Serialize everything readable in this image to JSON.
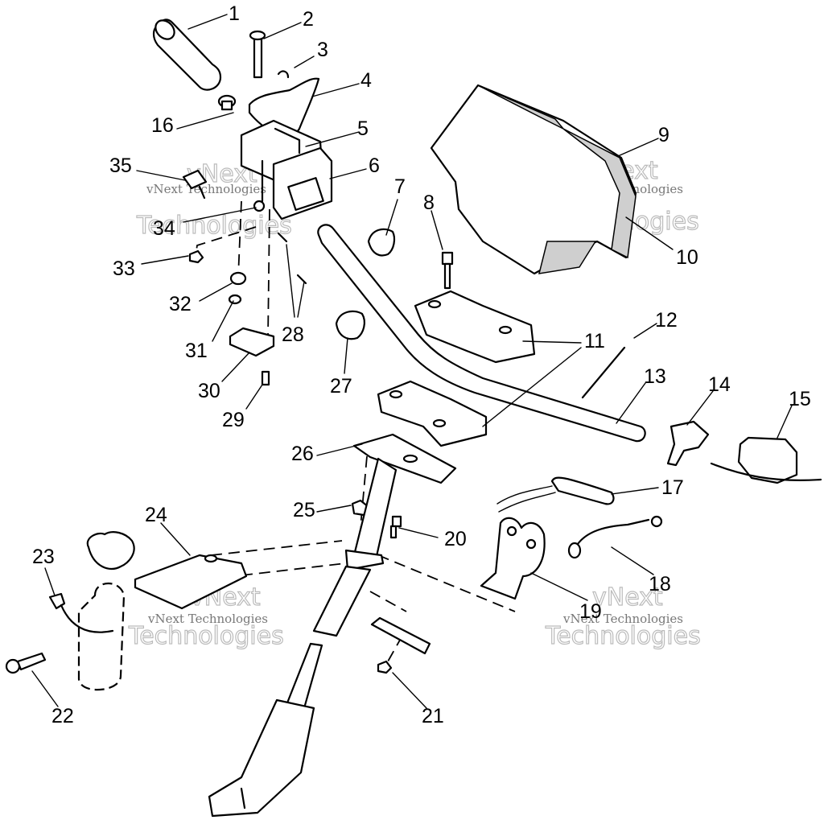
{
  "callouts": [
    {
      "id": "1",
      "label": "1"
    },
    {
      "id": "2",
      "label": "2"
    },
    {
      "id": "3",
      "label": "3"
    },
    {
      "id": "4",
      "label": "4"
    },
    {
      "id": "5",
      "label": "5"
    },
    {
      "id": "6",
      "label": "6"
    },
    {
      "id": "7",
      "label": "7"
    },
    {
      "id": "8",
      "label": "8"
    },
    {
      "id": "9",
      "label": "9"
    },
    {
      "id": "10",
      "label": "10"
    },
    {
      "id": "11",
      "label": "11"
    },
    {
      "id": "12",
      "label": "12"
    },
    {
      "id": "13",
      "label": "13"
    },
    {
      "id": "14",
      "label": "14"
    },
    {
      "id": "15",
      "label": "15"
    },
    {
      "id": "16",
      "label": "16"
    },
    {
      "id": "17",
      "label": "17"
    },
    {
      "id": "18",
      "label": "18"
    },
    {
      "id": "19",
      "label": "19"
    },
    {
      "id": "20",
      "label": "20"
    },
    {
      "id": "21",
      "label": "21"
    },
    {
      "id": "22",
      "label": "22"
    },
    {
      "id": "23",
      "label": "23"
    },
    {
      "id": "24",
      "label": "24"
    },
    {
      "id": "25",
      "label": "25"
    },
    {
      "id": "26",
      "label": "26"
    },
    {
      "id": "27",
      "label": "27"
    },
    {
      "id": "28",
      "label": "28"
    },
    {
      "id": "29",
      "label": "29"
    },
    {
      "id": "30",
      "label": "30"
    },
    {
      "id": "31",
      "label": "31"
    },
    {
      "id": "32",
      "label": "32"
    },
    {
      "id": "33",
      "label": "33"
    },
    {
      "id": "34",
      "label": "34"
    },
    {
      "id": "35",
      "label": "35"
    }
  ],
  "watermark": {
    "line1": "vNext Technologies",
    "line2": "Technologies",
    "line3": "vNext"
  }
}
